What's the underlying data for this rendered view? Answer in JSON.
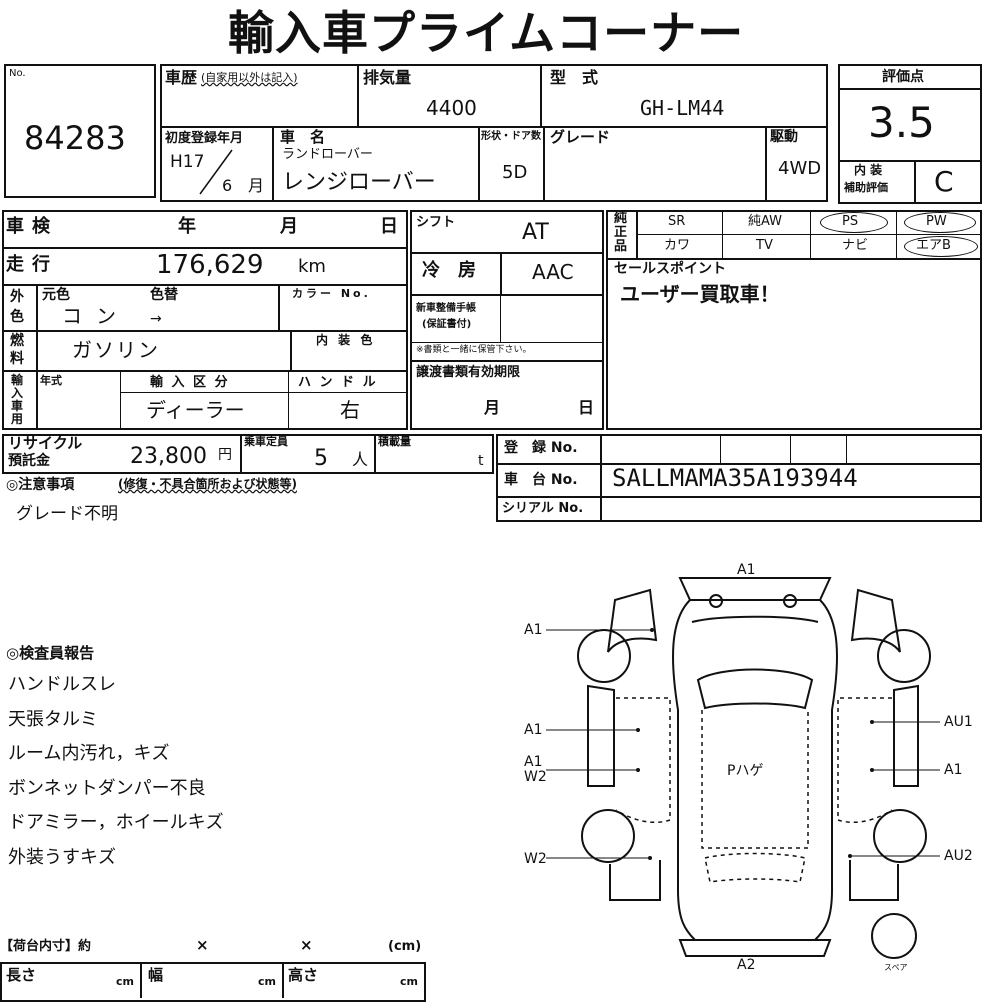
{
  "title": "輸入車プライムコーナー",
  "no": {
    "label": "No.",
    "value": "84283"
  },
  "history": {
    "label": "車歴",
    "note": "(自家用以外は記入)"
  },
  "displacement": {
    "label": "排気量",
    "value": "4400"
  },
  "model": {
    "label": "型　式",
    "value": "GH-LM44"
  },
  "score": {
    "label": "評価点",
    "value": "3.5"
  },
  "first_reg": {
    "label": "初度登録年月",
    "year": "H17",
    "month": "6",
    "month_unit": "月"
  },
  "car_name": {
    "label": "車　名",
    "maker": "ランドローバー",
    "name": "レンジローバー"
  },
  "doors": {
    "label": "形状・ドア数",
    "value": "5D"
  },
  "grade": {
    "label": "グレード",
    "value": ""
  },
  "drive": {
    "label": "駆動",
    "value": "4WD"
  },
  "interior_score": {
    "label1": "内 装",
    "label2": "補助評価",
    "value": "C"
  },
  "inspection": {
    "label": "車検",
    "year": "年",
    "month": "月",
    "day": "日"
  },
  "mileage": {
    "label": "走行",
    "value": "176,629",
    "unit": "km"
  },
  "color": {
    "label1": "外",
    "label2": "色",
    "original_label": "元色",
    "original": "コン",
    "change_label": "色替",
    "change": "→",
    "color_no_label": "カラー No."
  },
  "fuel": {
    "label1": "燃",
    "label2": "料",
    "value": "ガソリン",
    "interior_label": "内 装 色"
  },
  "import": {
    "label": [
      "輸",
      "入",
      "車",
      "用"
    ],
    "year_label": "年式",
    "type_label": "輸 入 区 分",
    "type": "ディーラー",
    "handle_label": "ハ ン ド ル",
    "handle": "右"
  },
  "shift": {
    "label": "シフト",
    "value": "AT"
  },
  "ac": {
    "label": "冷　房",
    "value": "AAC"
  },
  "maintenance": {
    "label1": "新車整備手帳",
    "label2": "(保証書付)",
    "note": "※書類と一緒に保管下さい。"
  },
  "transfer": {
    "label": "譲渡書類有効期限",
    "month": "月",
    "day": "日"
  },
  "genuine": {
    "label": [
      "純",
      "正",
      "品"
    ],
    "row1": [
      "SR",
      "純AW",
      "PS",
      "PW"
    ],
    "row2": [
      "カワ",
      "TV",
      "ナビ",
      "エアB"
    ]
  },
  "sales_point": {
    "label": "セールスポイント",
    "value": "ユーザー買取車！"
  },
  "recycle": {
    "label1": "リサイクル",
    "label2": "預託金",
    "value": "23,800",
    "unit": "円"
  },
  "capacity": {
    "label": "乗車定員",
    "value": "5",
    "unit": "人"
  },
  "load": {
    "label": "積載量",
    "unit": "t"
  },
  "registration": {
    "label": "登　録 No.",
    "value": ""
  },
  "chassis": {
    "label": "車　台 No.",
    "value": "SALLMAMA35A193944"
  },
  "serial": {
    "label": "シリアル No.",
    "value": ""
  },
  "notes": {
    "label": "◎注意事項",
    "sublabel": "(修復・不具合箇所および状態等)",
    "value": "グレード不明"
  },
  "inspector": {
    "label": "◎検査員報告",
    "items": [
      "ハンドルスレ",
      "天張タルミ",
      "ルーム内汚れ，キズ",
      "ボンネットダンパー不良",
      "ドアミラー，ホイールキズ",
      "外装うすキズ"
    ]
  },
  "cargo": {
    "label": "【荷台内寸】約",
    "times1": "×",
    "times2": "×",
    "unit": "(cm)",
    "length": "長さ",
    "width": "幅",
    "height": "高さ",
    "cm": "cm"
  },
  "diagram": {
    "front": "A1",
    "rear": "A2",
    "spare": "スペア",
    "center": "Pハゲ",
    "left": [
      "A1",
      "A1",
      "A1",
      "W2",
      "W2"
    ],
    "right": [
      "AU1",
      "A1",
      "AU2"
    ]
  }
}
